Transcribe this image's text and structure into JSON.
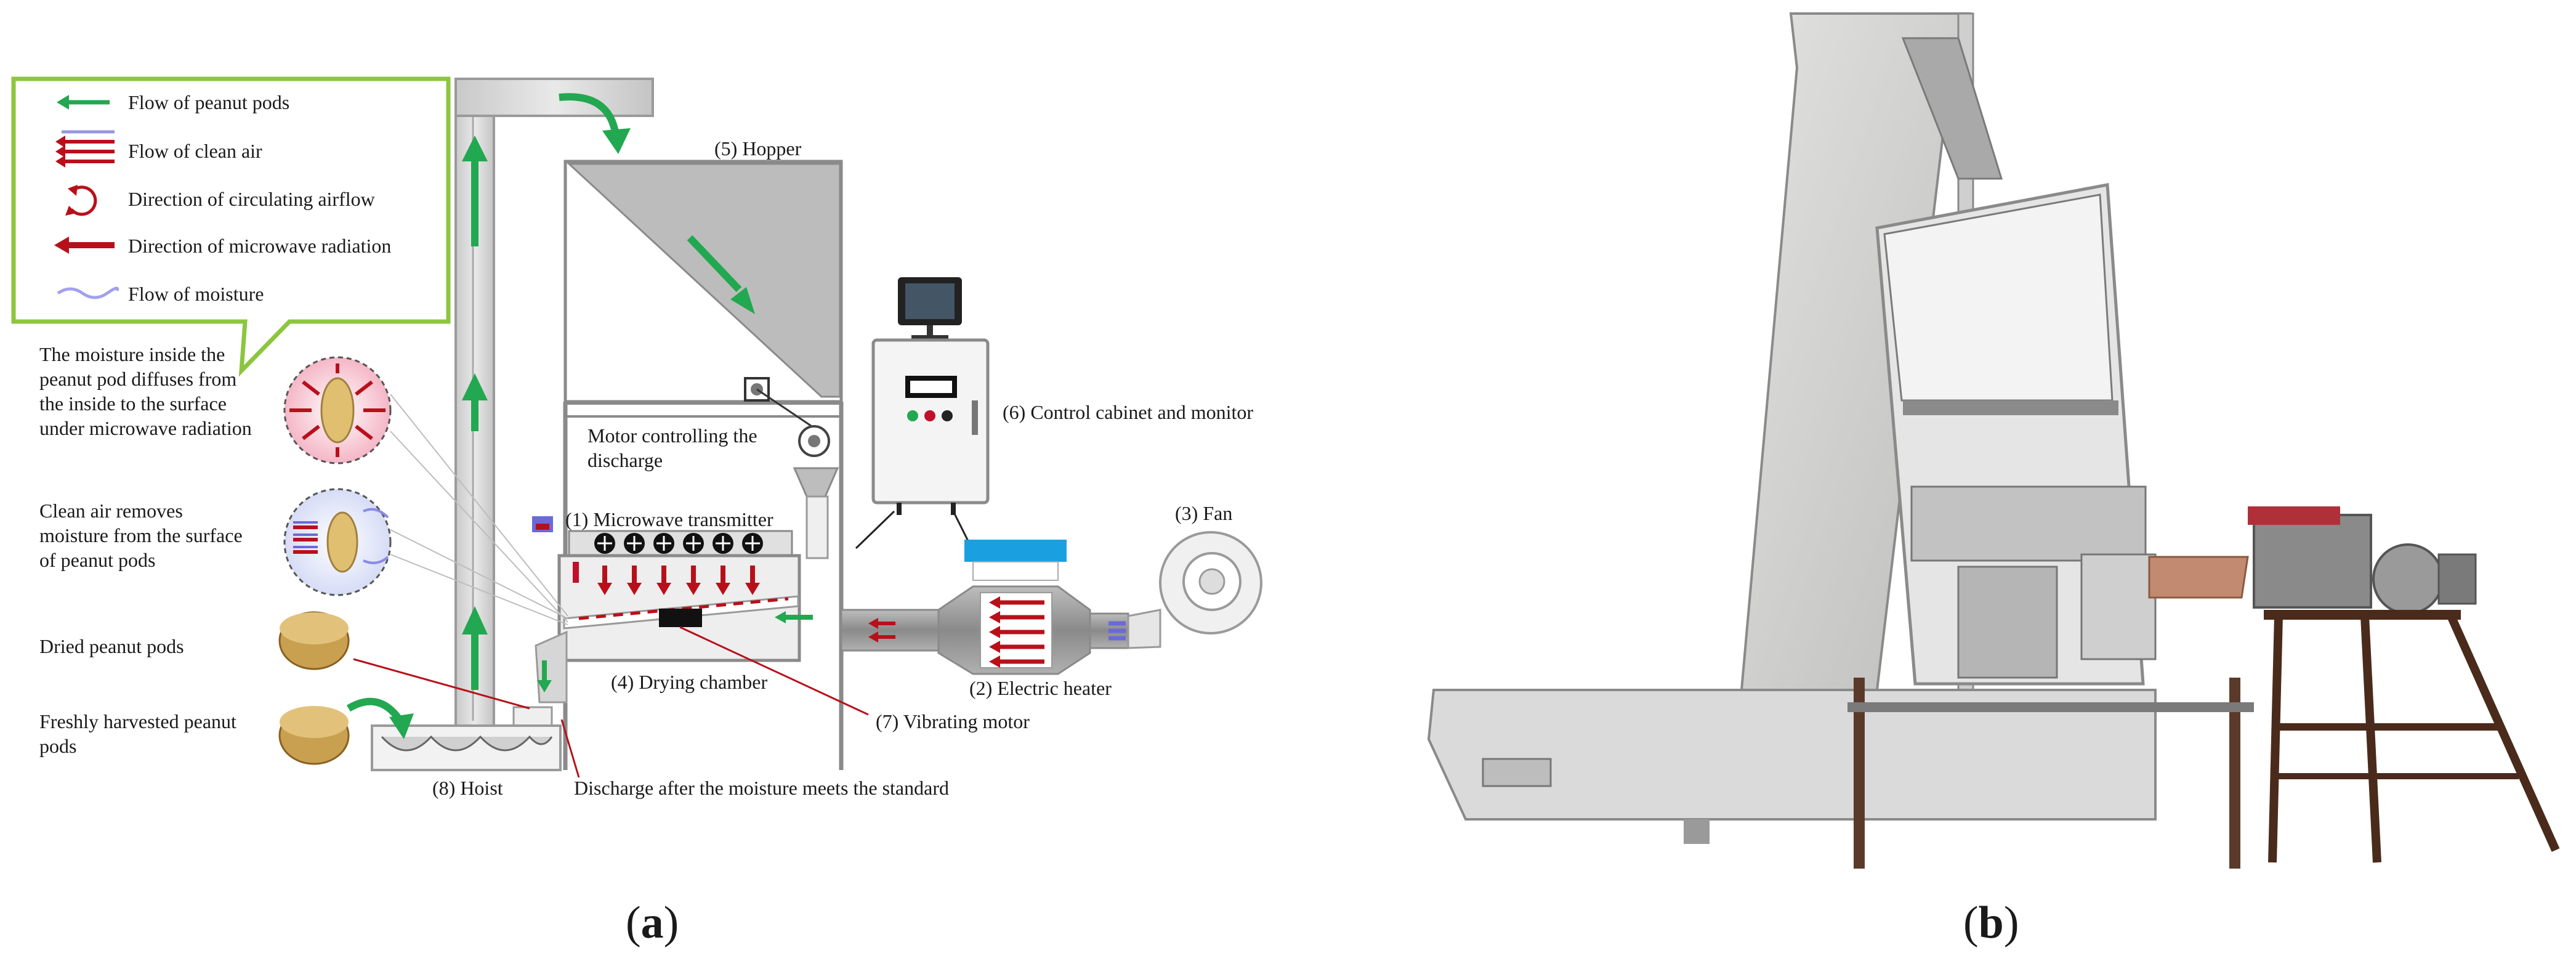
{
  "legend": {
    "items": [
      {
        "icon": "green-arrow-icon",
        "label": "Flow of peanut pods"
      },
      {
        "icon": "clean-air-arrows-icon",
        "label": "Flow of clean air"
      },
      {
        "icon": "circulating-arrows-icon",
        "label": "Direction of circulating airflow"
      },
      {
        "icon": "red-arrow-icon",
        "label": "Direction of microwave radiation"
      },
      {
        "icon": "moisture-wave-icon",
        "label": "Flow of moisture"
      }
    ]
  },
  "side_notes": {
    "moisture_inside": [
      "The moisture inside the",
      "peanut pod diffuses from",
      "the inside to the surface",
      "under microwave radiation"
    ],
    "clean_air": [
      "Clean air removes",
      "moisture from the surface",
      "of peanut pods"
    ],
    "dried": [
      "Dried peanut pods"
    ],
    "fresh": [
      "Freshly harvested peanut",
      "pods"
    ]
  },
  "components": {
    "hopper": "(5) Hopper",
    "control": "(6) Control cabinet and monitor",
    "motor": [
      "Motor controlling the",
      "discharge"
    ],
    "microwave": "(1) Microwave transmitter",
    "fan": "(3) Fan",
    "heater": "(2) Electric heater",
    "chamber": "(4) Drying chamber",
    "vibrating": "(7) Vibrating motor",
    "hoist": "(8) Hoist",
    "discharge": "Discharge after the moisture meets the standard"
  },
  "captions": {
    "a": {
      "open": "(",
      "letter": "a",
      "close": ")"
    },
    "b": {
      "open": "(",
      "letter": "b",
      "close": ")"
    }
  },
  "colors": {
    "green": "#22a850",
    "red": "#b8101a",
    "legend_border": "#8cc63f",
    "hopper": "#b8b8b8",
    "heater_top": "#1a9fe0",
    "blue_air": "#6a6ad8"
  }
}
